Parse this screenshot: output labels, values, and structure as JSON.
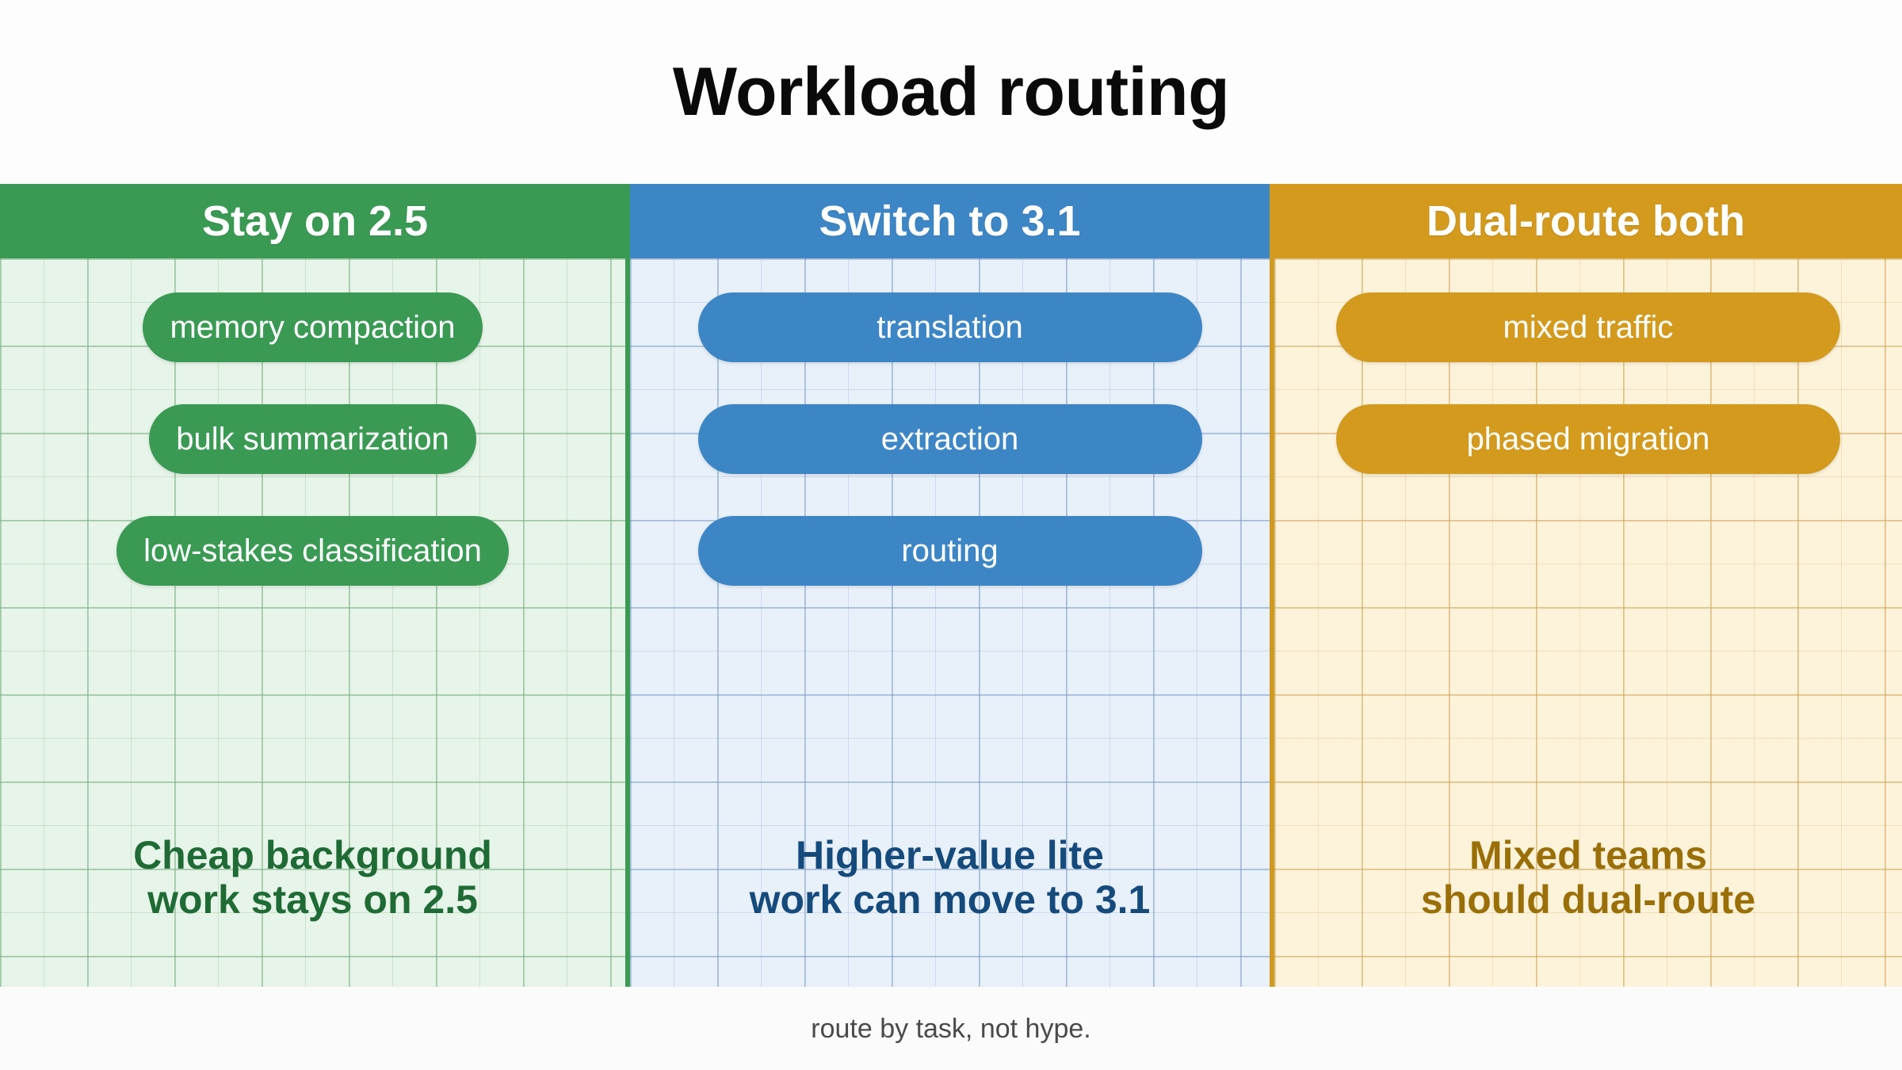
{
  "page": {
    "title": "Workload routing",
    "footer_note": "route by task, not hype."
  },
  "colors": {
    "green": "#3a9a54",
    "blue": "#3d86c6",
    "orange": "#d39a1e",
    "green_panel": "#e7f4e9",
    "blue_panel": "#e8f0fa",
    "orange_panel": "#fdf3db",
    "green_caption_text": "#1f6b35",
    "blue_caption_text": "#154a7c",
    "orange_caption_text": "#9a6f08",
    "title_text": "#0a0a0a",
    "footer_text": "#4a4a4a"
  },
  "columns": [
    {
      "header": "Stay on 2.5",
      "items": [
        "memory compaction",
        "bulk summarization",
        "low-stakes classification"
      ],
      "caption": "Cheap background\nwork stays on 2.5"
    },
    {
      "header": "Switch to 3.1",
      "items": [
        "translation",
        "extraction",
        "routing"
      ],
      "caption": "Higher-value lite\nwork can move to 3.1"
    },
    {
      "header": "Dual-route both",
      "items": [
        "mixed traffic",
        "phased migration"
      ],
      "caption": "Mixed teams\nshould dual-route"
    }
  ]
}
